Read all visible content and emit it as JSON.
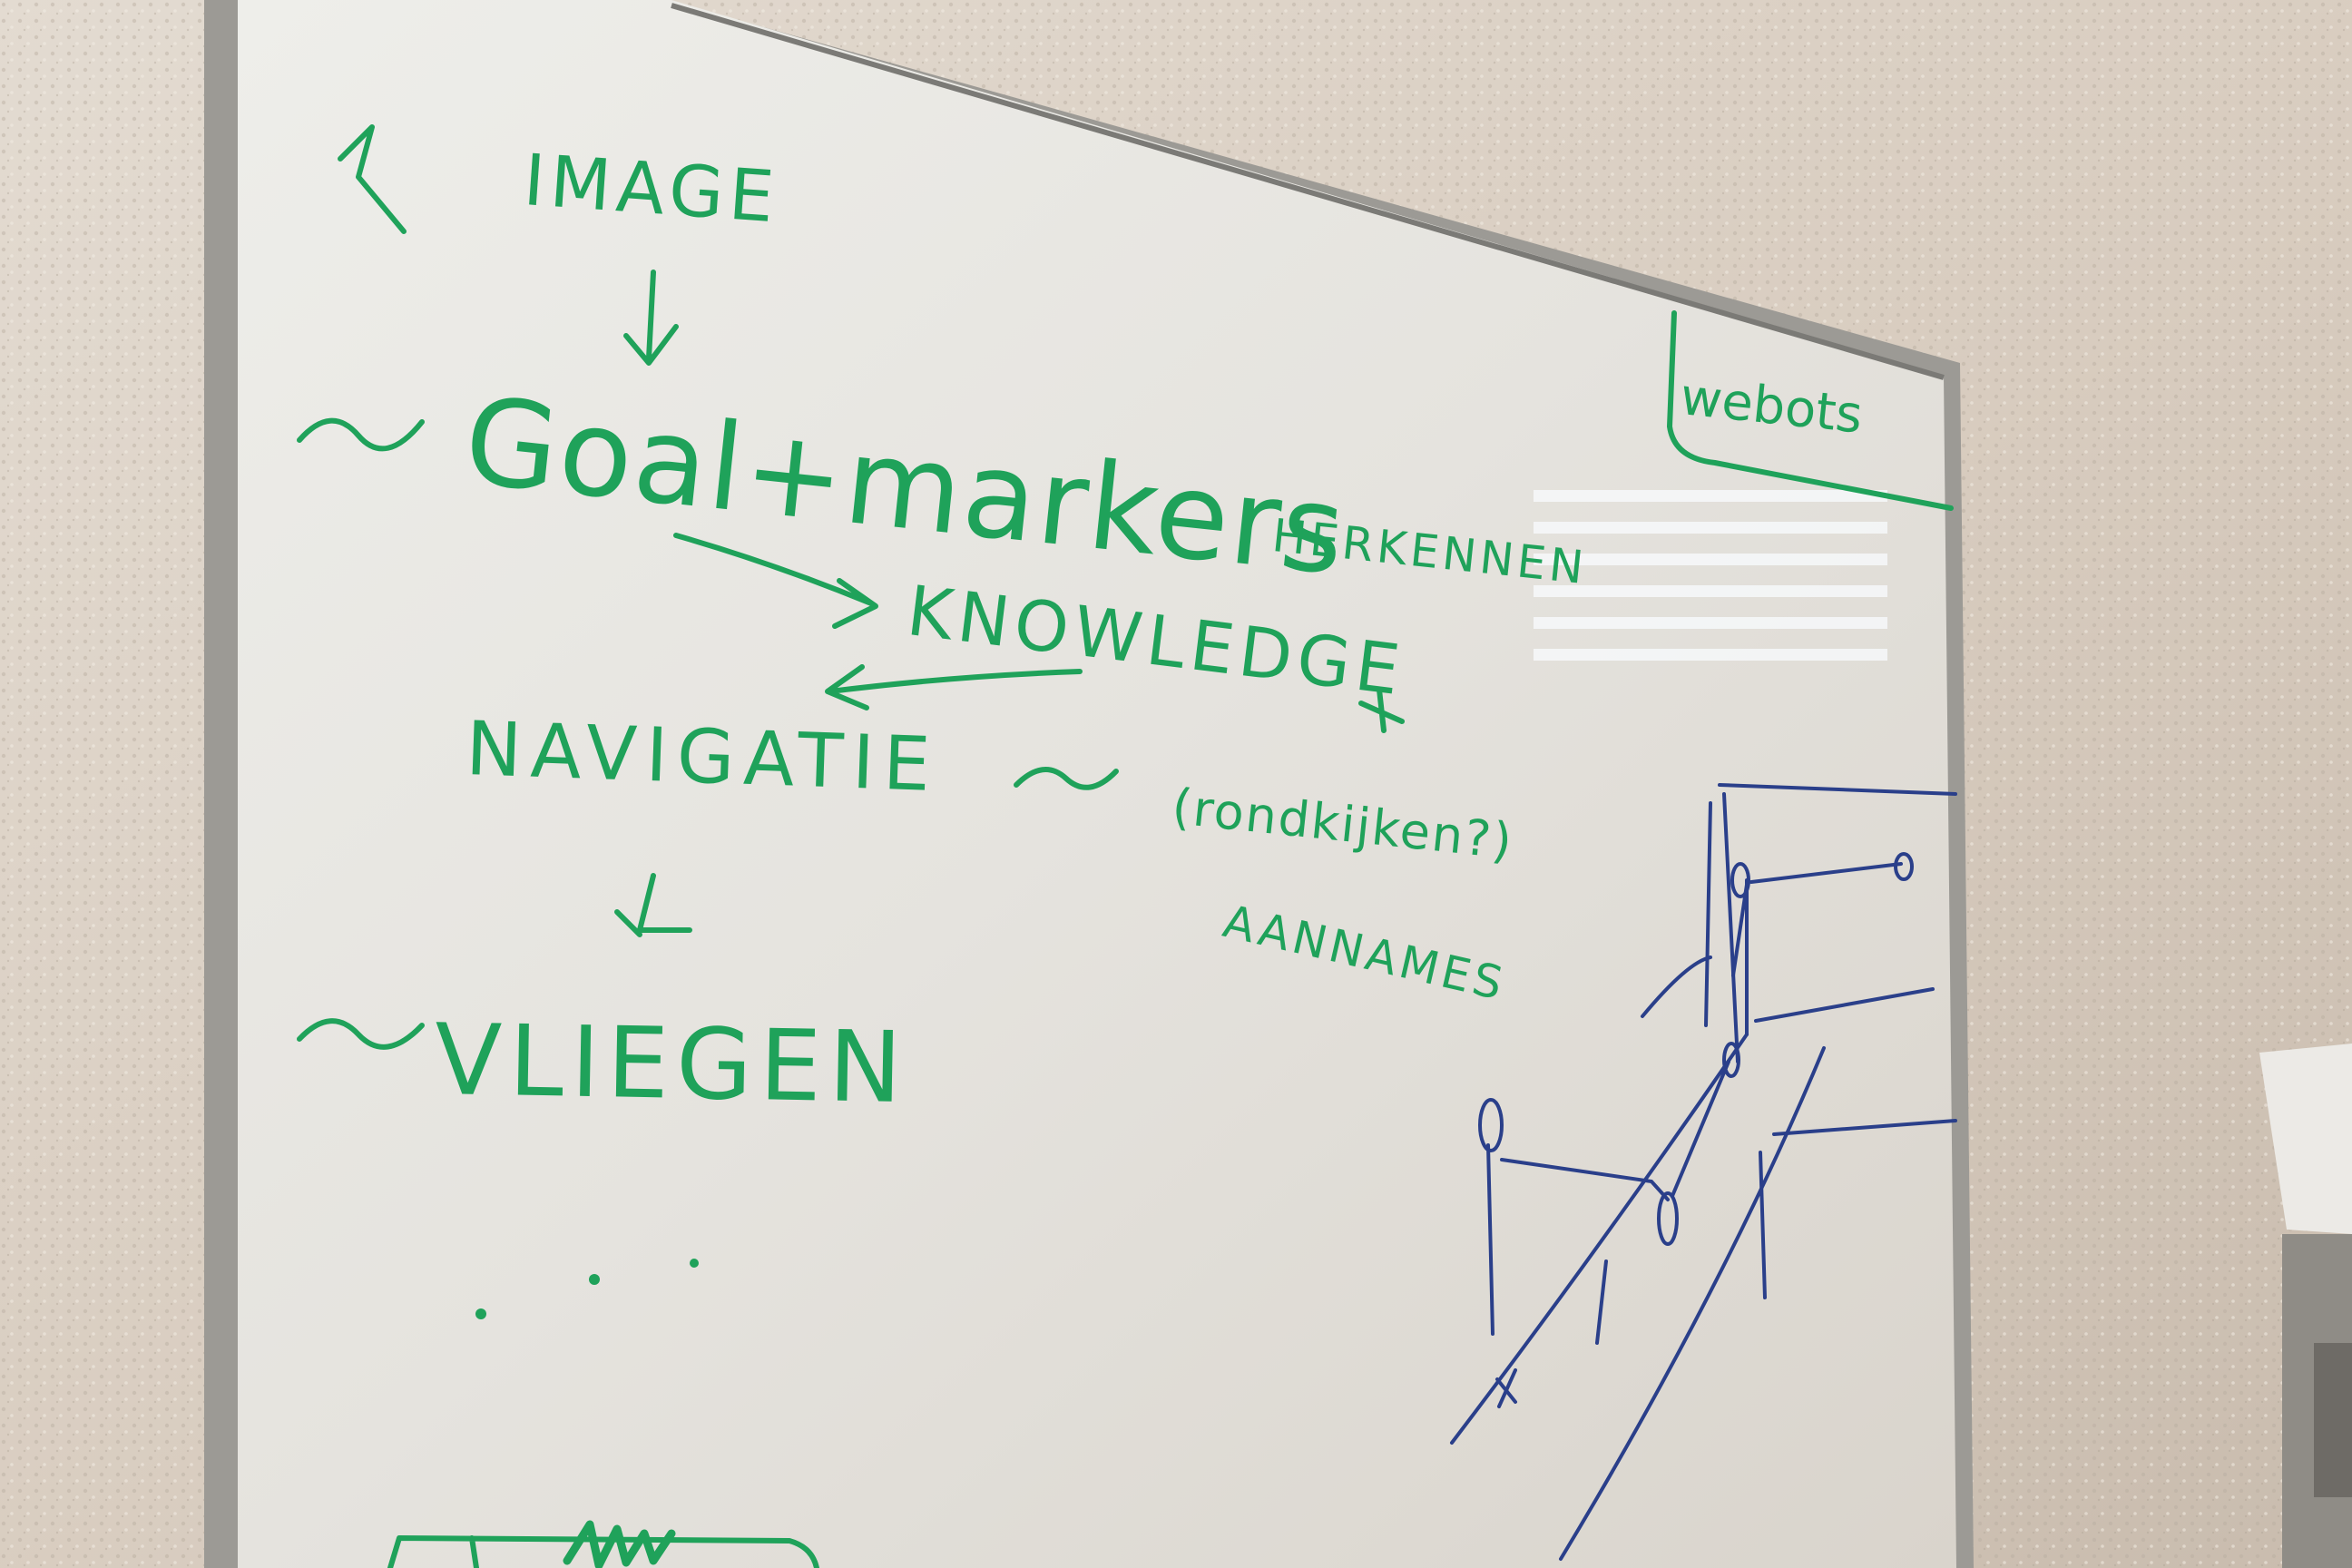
{
  "whiteboard": {
    "ink_green": "#1fa25a",
    "ink_blue": "#2a3f8a",
    "lines": [
      {
        "id": "image",
        "text": "IMAGE"
      },
      {
        "id": "goal",
        "text": "Goal+markers"
      },
      {
        "id": "herkennen",
        "text": "HERKENNEN"
      },
      {
        "id": "knowledge",
        "text": "KNOWLEDGE"
      },
      {
        "id": "navigatie",
        "text": "NAVIGATIE"
      },
      {
        "id": "rondkijken",
        "text": "(rondkijken?)"
      },
      {
        "id": "aannames",
        "text": "AANNAMES"
      },
      {
        "id": "vliegen",
        "text": "VLIEGEN"
      },
      {
        "id": "ellipsis",
        "text": ". . ."
      },
      {
        "id": "webots",
        "text": "webots"
      }
    ]
  }
}
